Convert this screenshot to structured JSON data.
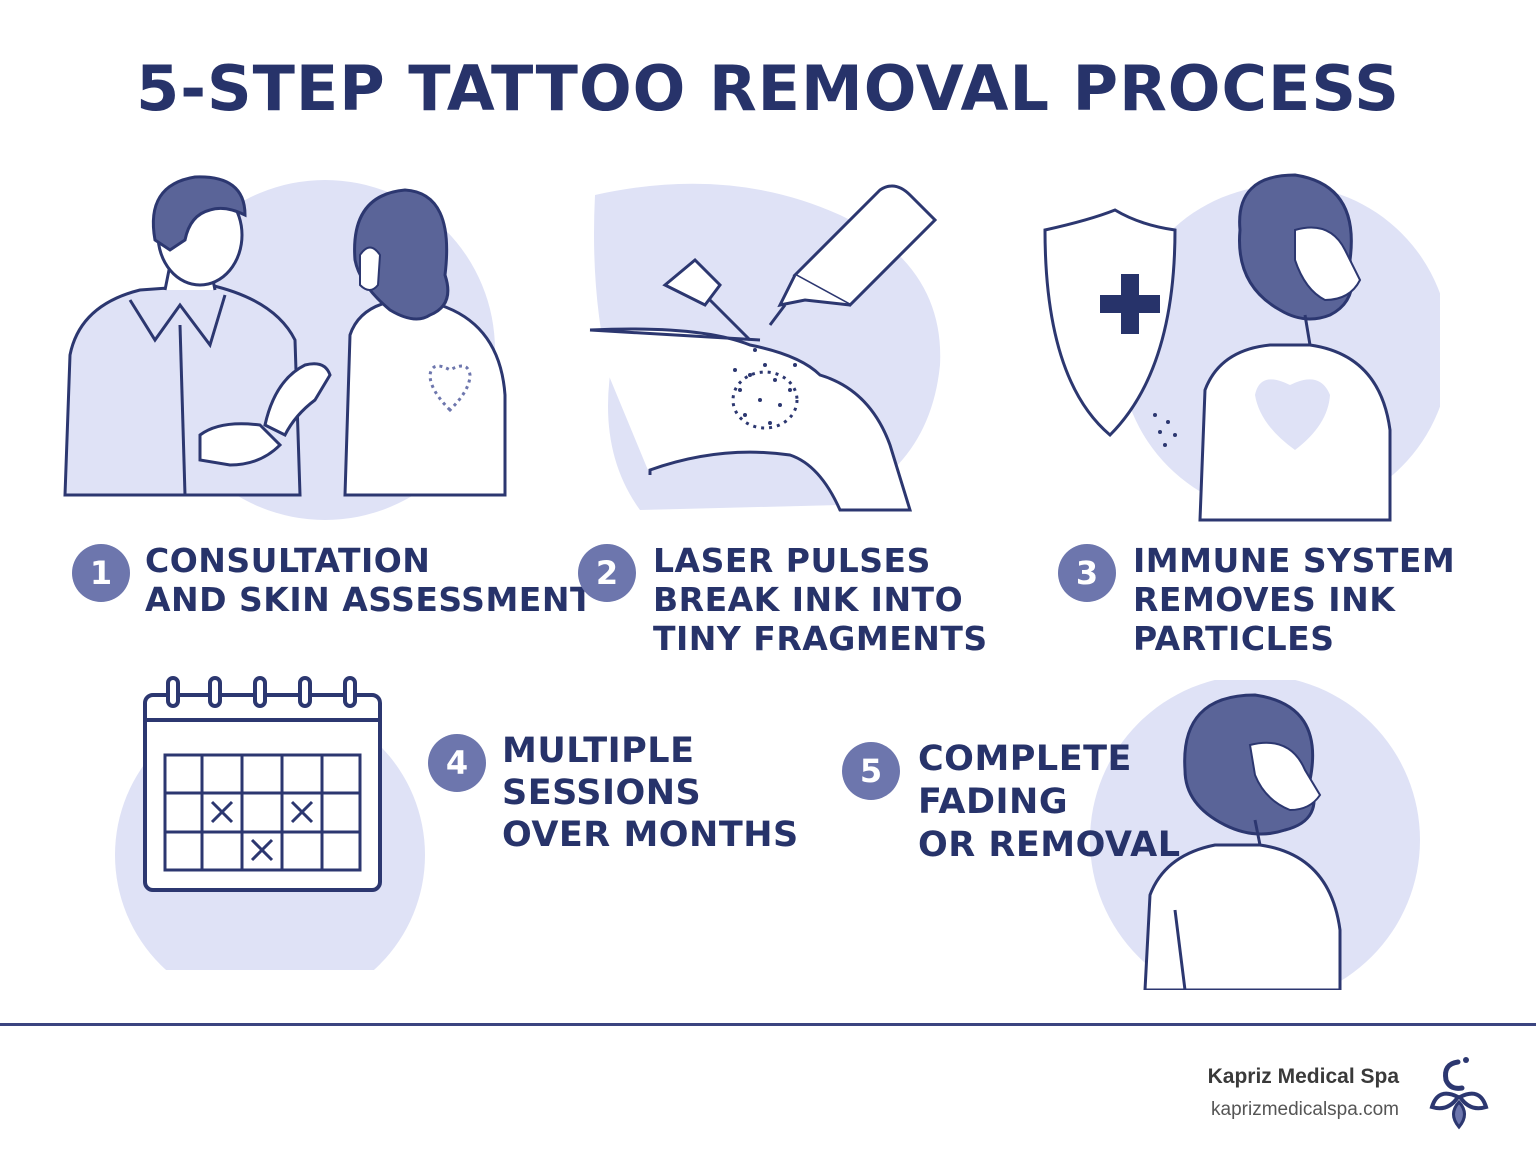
{
  "title": "5-STEP TATTOO REMOVAL PROCESS",
  "steps": [
    {
      "number": "1",
      "lines": [
        "CONSULTATION",
        "AND SKIN ASSESSMENT"
      ]
    },
    {
      "number": "2",
      "lines": [
        "LASER PULSES",
        "BREAK INK INTO",
        "TINY FRAGMENTS"
      ]
    },
    {
      "number": "3",
      "lines": [
        "IMMUNE SYSTEM",
        "REMOVES INK",
        "PARTICLES"
      ]
    },
    {
      "number": "4",
      "lines": [
        "MULTIPLE",
        "SESSIONS",
        "OVER MONTHS"
      ]
    },
    {
      "number": "5",
      "lines": [
        "COMPLETE",
        "FADING",
        "OR REMOVAL"
      ]
    }
  ],
  "footer": {
    "brand": "Kapriz Medical Spa",
    "url": "kaprizmedicalspa.com"
  },
  "colors": {
    "navy": "#27336a",
    "accent": "#6d76ad",
    "circle": "#dfe2f6",
    "skin": "#ffffff"
  },
  "icons": [
    "consultation-illustration",
    "laser-illustration",
    "immune-shield-illustration",
    "calendar-icon",
    "clear-skin-illustration",
    "kapriz-logo-icon"
  ]
}
